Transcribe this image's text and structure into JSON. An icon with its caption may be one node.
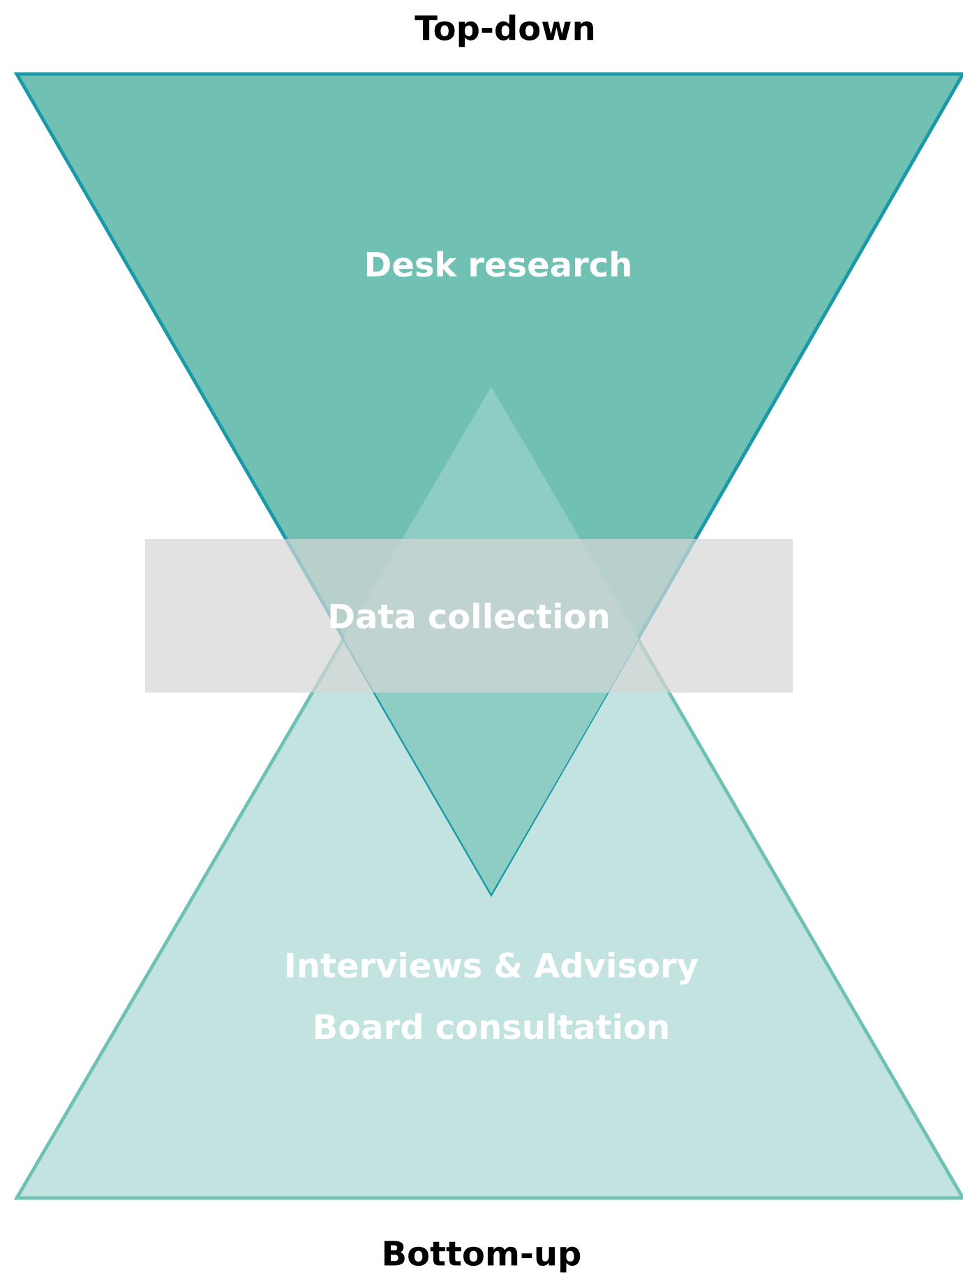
{
  "diagram": {
    "nodes": [
      {
        "text": [
          "Top-down",
          "Desk research"
        ]
      },
      {
        "text": [
          "Interviews & Advisory Board consultation",
          "Bottom-up"
        ]
      },
      {
        "text": [
          "Data collection"
        ]
      }
    ]
  }
}
